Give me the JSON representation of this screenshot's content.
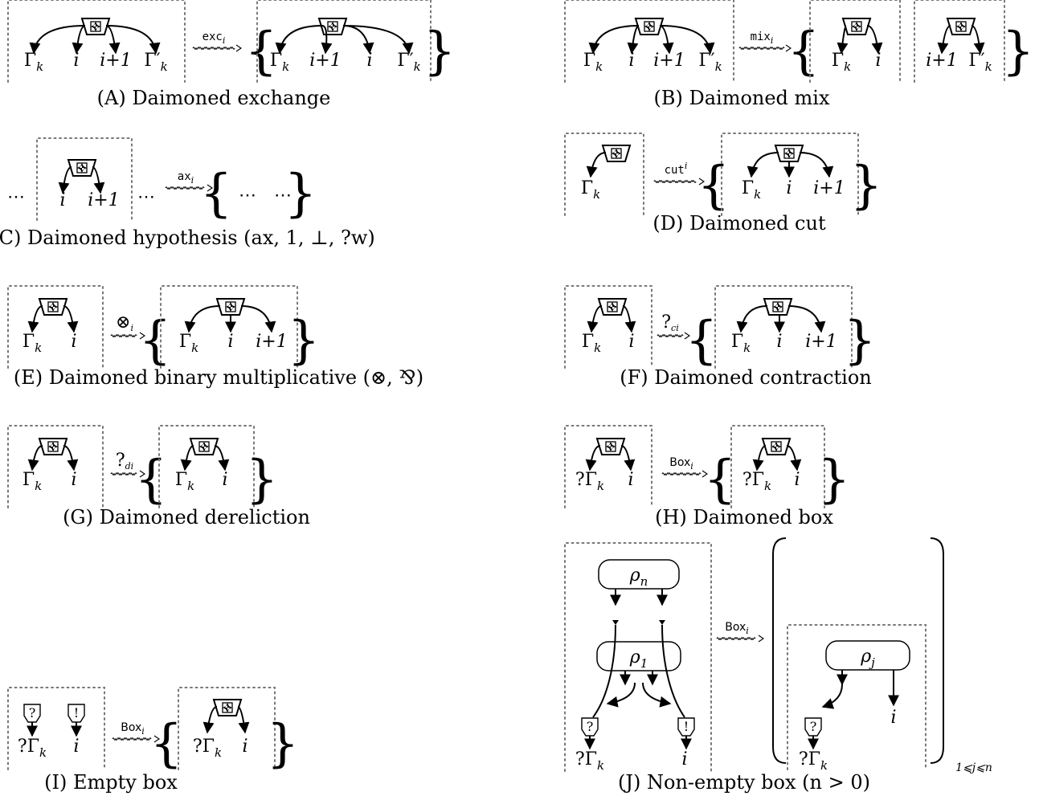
{
  "captions": {
    "a": "(A) Daimoned exchange",
    "b": "(B) Daimoned mix",
    "c": "(C) Daimoned hypothesis (ax, 1, ⊥, ?w)",
    "d": "(D) Daimoned cut",
    "e": "(E) Daimoned binary multiplicative (⊗, ⅋)",
    "f": "(F) Daimoned contraction",
    "g": "(G) Daimoned dereliction",
    "h": "(H) Daimoned box",
    "i": "(I) Empty box",
    "j": "(J) Non-empty box (n > 0)"
  },
  "arrow_labels": {
    "exc": "exc",
    "mix": "mix",
    "ax": "ax",
    "cut": "cut",
    "tensor": "⊗",
    "contract": "?c",
    "derel": "?d",
    "box": "Box",
    "sub_i": "i",
    "sup_i": "i"
  },
  "labels": {
    "gamma_k": "Γk",
    "gamma_k_prime": "Γ′k",
    "query_gamma_k": "?Γk",
    "i": "i",
    "i_plus_1": "i+1",
    "ellipsis": "⋯",
    "rho_n": "ρn",
    "rho_1": "ρ1",
    "rho_j": "ρj",
    "index_range": "1⩽j⩽n",
    "question_mark": "?",
    "bang": "!",
    "daimon_symbol": "✠"
  }
}
